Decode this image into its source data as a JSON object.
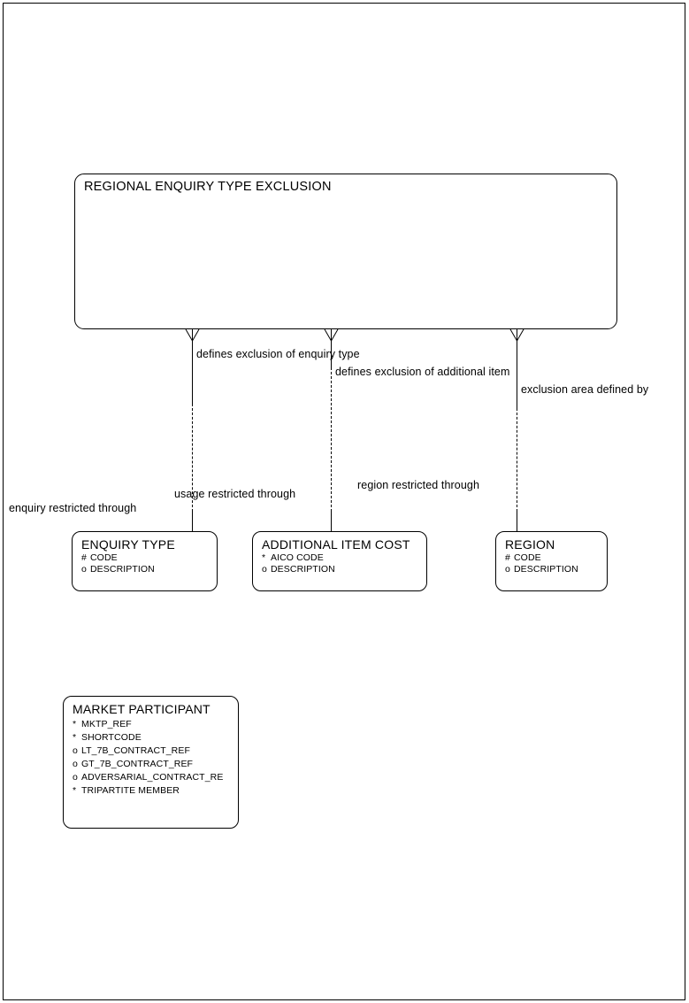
{
  "diagram": {
    "title": "Regional Enquiry Type Exclusion entity relationship diagram",
    "type": "entity-relationship-diagram",
    "notation": "barker",
    "line_color": "#000000",
    "background_color": "#ffffff"
  },
  "entities": [
    {
      "id": "regional-enquiry-type-exclusion",
      "name": "REGIONAL ENQUIRY TYPE EXCLUSION",
      "attributes": []
    },
    {
      "id": "enquiry-type",
      "name": "ENQUIRY TYPE",
      "attributes": [
        {
          "marker": "#",
          "label": "CODE"
        },
        {
          "marker": "o",
          "label": "DESCRIPTION"
        }
      ]
    },
    {
      "id": "additional-item-cost",
      "name": "ADDITIONAL ITEM COST",
      "attributes": [
        {
          "marker": "*",
          "label": "AICO CODE"
        },
        {
          "marker": "o",
          "label": "DESCRIPTION"
        }
      ]
    },
    {
      "id": "region",
      "name": "REGION",
      "attributes": [
        {
          "marker": "#",
          "label": "CODE"
        },
        {
          "marker": "o",
          "label": "DESCRIPTION"
        }
      ]
    },
    {
      "id": "market-participant",
      "name": "MARKET PARTICIPANT",
      "attributes": [
        {
          "marker": "*",
          "label": "MKTP_REF"
        },
        {
          "marker": "*",
          "label": "SHORTCODE"
        },
        {
          "marker": "o",
          "label": "LT_7B_CONTRACT_REF"
        },
        {
          "marker": "o",
          "label": "GT_7B_CONTRACT_REF"
        },
        {
          "marker": "o",
          "label": "ADVERSARIAL_CONTRACT_RE"
        },
        {
          "marker": "*",
          "label": "TRIPARTITE MEMBER"
        }
      ]
    }
  ],
  "relationships": [
    {
      "id": "exclusion-enquiry-type",
      "from": "regional-enquiry-type-exclusion",
      "to": "enquiry-type",
      "from_label": "defines exclusion of enquiry type",
      "to_label": "enquiry restricted through",
      "from_cardinality": "many",
      "optional": true
    },
    {
      "id": "exclusion-additional-item",
      "from": "regional-enquiry-type-exclusion",
      "to": "additional-item-cost",
      "from_label": "defines exclusion of additional item",
      "to_label": "usage restricted through",
      "from_cardinality": "many",
      "optional": true
    },
    {
      "id": "exclusion-region",
      "from": "regional-enquiry-type-exclusion",
      "to": "region",
      "from_label": "exclusion area defined by",
      "to_label": "region restricted through",
      "from_cardinality": "many",
      "optional": true
    }
  ]
}
